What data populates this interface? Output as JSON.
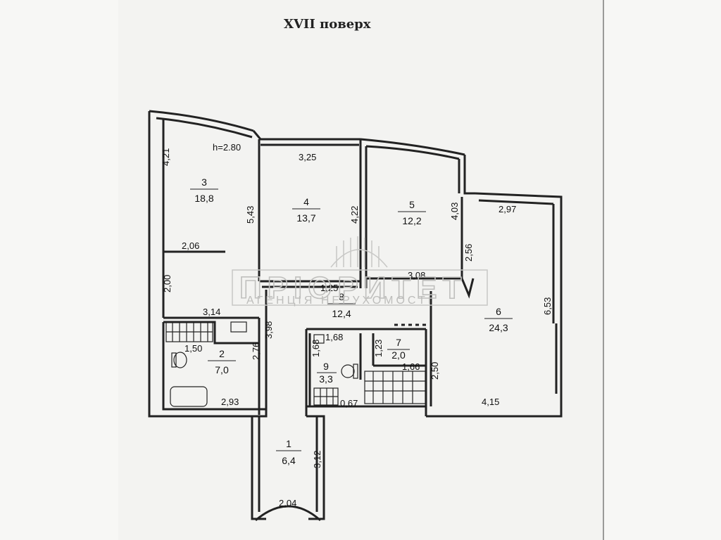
{
  "floor_title": "XVII поверх",
  "ceiling_height": "h=2.80",
  "rooms": [
    {
      "number": "1",
      "area": "6,4"
    },
    {
      "number": "2",
      "area": "7,0"
    },
    {
      "number": "3",
      "area": "18,8"
    },
    {
      "number": "4",
      "area": "13,7"
    },
    {
      "number": "5",
      "area": "12,2"
    },
    {
      "number": "6",
      "area": "24,3"
    },
    {
      "number": "7",
      "area": "2,0"
    },
    {
      "number": "8",
      "area": "12,4"
    },
    {
      "number": "9",
      "area": "3,3"
    }
  ],
  "dimensions": [
    "4,21",
    "5,43",
    "2,06",
    "2,00",
    "3,14",
    "3,98",
    "1,50",
    "2,76",
    "2,93",
    "3,25",
    "4,22",
    "4,03",
    "2,97",
    "2,56",
    "6,53",
    "3,08",
    "1,25",
    "2,50",
    "4,15",
    "1,68",
    "1,68",
    "1,23",
    "1,66",
    "0,67",
    "3,12",
    "2,04"
  ],
  "watermark": {
    "brand": "ПРІОРИТЕТ",
    "tagline": "АГЕНЦІЯ НЕРУХОМОСТІ"
  }
}
